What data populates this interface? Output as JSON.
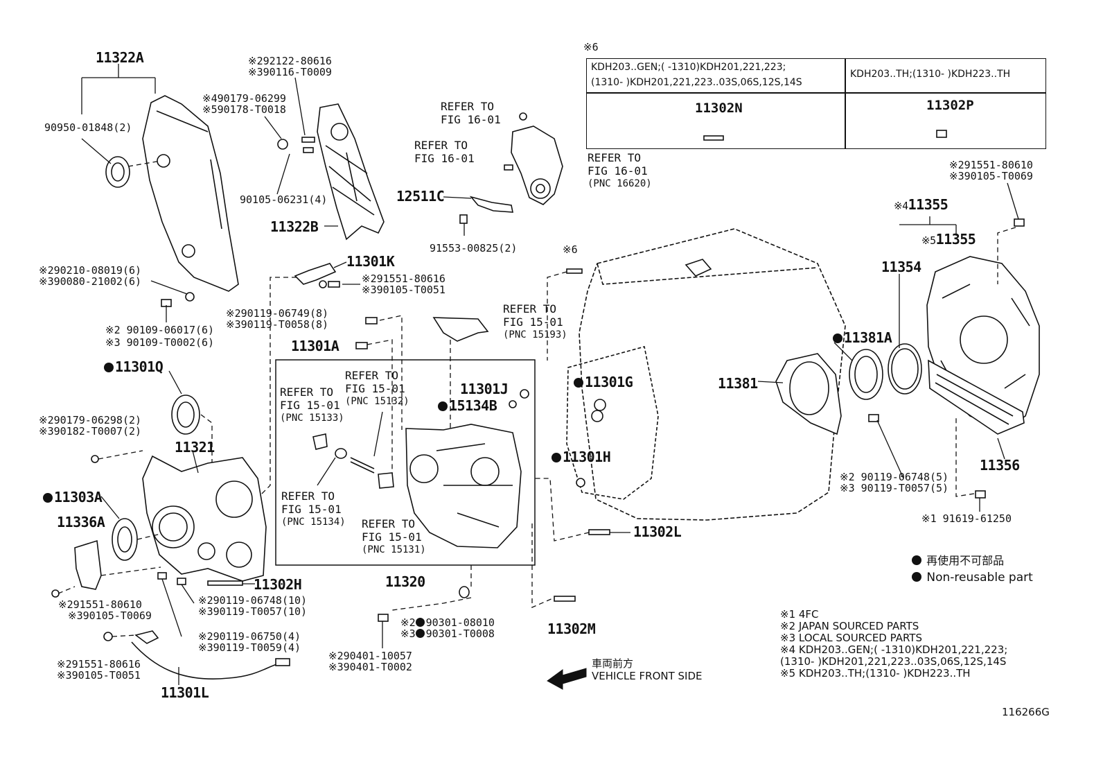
{
  "table": {
    "marker": "※6",
    "left_header_line1": "KDH203..GEN;(        -1310)KDH201,221,223;",
    "left_header_line2": "(1310-        )KDH201,221,223..03S,06S,12S,14S",
    "right_header": "KDH203..TH;(1310-        )KDH223..TH",
    "left_part": "11302N",
    "right_part": "11302P"
  },
  "parts": {
    "p11322A": "11322A",
    "p90950": "90950-01848(2)",
    "p292122": "※292122-80616",
    "p390116": "※390116-T0009",
    "p490179": "※490179-06299",
    "p590178": "※590178-T0018",
    "p90105_06231": "90105-06231(4)",
    "p11322B": "11322B",
    "p290210": "※290210-08019(6)",
    "p390080": "※390080-21002(6)",
    "p290109": "※2 90109-06017(6)",
    "p390109": "※3 90109-T0002(6)",
    "p11301K": "11301K",
    "p291551_a": "※291551-80616",
    "p390105_a": "※390105-T0051",
    "p290119_8": "※290119-06749(8)",
    "p390119_8": "※390119-T0058(8)",
    "p11301A": "11301A",
    "p11301Q": "11301Q",
    "p290179": "※290179-06298(2)",
    "p390182": "※390182-T0007(2)",
    "p11321": "11321",
    "p11303A": "11303A",
    "p11336A": "11336A",
    "p291551_b": "※291551-80610",
    "p390105_b": "※390105-T0069",
    "p290119_10": "※290119-06748(10)",
    "p390119_10": "※390119-T0057(10)",
    "p11302H": "11302H",
    "p290119_4": "※290119-06750(4)",
    "p390119_4": "※390119-T0059(4)",
    "p291551_c": "※291551-80616",
    "p390105_c": "※390105-T0051",
    "p11301L": "11301L",
    "p12511C": "12511C",
    "p91553": "91553-00825(2)",
    "p11301J": "11301J",
    "p15134B": "15134B",
    "p11320": "11320",
    "p290301": "※2",
    "p290301b": "90301-08010",
    "p390301": "※3",
    "p390301b": "90301-T0008",
    "p290401": "※290401-10057",
    "p390401": "※390401-T0002",
    "p11302M": "11302M",
    "p11302L": "11302L",
    "p11301G": "11301G",
    "p11301H": "11301H",
    "p11381": "11381",
    "p11381A": "11381A",
    "p6mark": "※6",
    "p291551_d": "※291551-80610",
    "p390105_d": "※390105-T0069",
    "p411355": "11355",
    "p4mark": "※4",
    "p511355": "11355",
    "p5mark": "※5",
    "p11354": "11354",
    "p11356": "11356",
    "p290119_5": "※2 90119-06748(5)",
    "p390119_5": "※3 90119-T0057(5)",
    "p91619": "※1 91619-61250"
  },
  "refs": {
    "refer_to": "REFER TO",
    "fig16": "FIG 16-01",
    "fig15": "FIG 15-01",
    "pnc16620": "(PNC 16620)",
    "pnc15193": "(PNC 15193)",
    "pnc15132": "(PNC 15132)",
    "pnc15133": "(PNC 15133)",
    "pnc15134": "(PNC 15134)",
    "pnc15131": "(PNC 15131)"
  },
  "legend": {
    "jp": "再使用不可部品",
    "en": "Non-reusable part"
  },
  "notes": [
    "※1 4FC",
    "※2 JAPAN SOURCED PARTS",
    "※3 LOCAL SOURCED PARTS",
    "※4 KDH203..GEN;(        -1310)KDH201,221,223;",
    "(1310-        )KDH201,221,223..03S,06S,12S,14S",
    "※5 KDH203..TH;(1310-        )KDH223..TH"
  ],
  "direction": {
    "jp": "車両前方",
    "en": "VEHICLE FRONT SIDE"
  },
  "figure_id": "116266G"
}
